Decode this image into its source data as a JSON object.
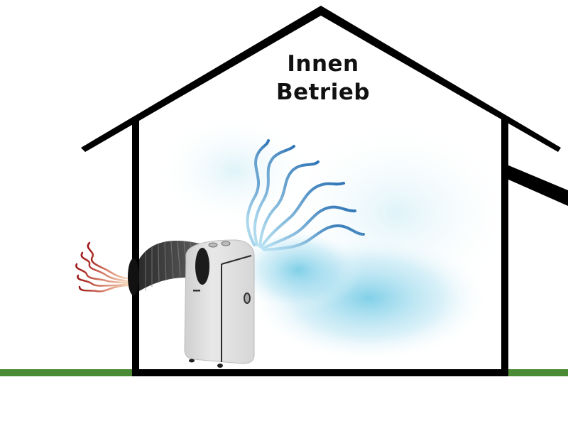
{
  "diagram": {
    "title_line1": "Innen",
    "title_line2": "Betrieb",
    "subject": "portable-air-conditioner",
    "labels": {
      "hot_air": "hot-exhaust-air",
      "cold_air": "cooled-air"
    },
    "colors": {
      "outline": "#000000",
      "ground": "#4a8a34",
      "cold_air_dark": "#2f74b5",
      "cold_air_light": "#a9dcef",
      "cold_glow": "#7fcfe6",
      "hot_air_dark": "#a01c1c",
      "hot_air_light": "#f2c9a0",
      "unit_body": "#e2e2e2",
      "hose": "#555555"
    }
  }
}
